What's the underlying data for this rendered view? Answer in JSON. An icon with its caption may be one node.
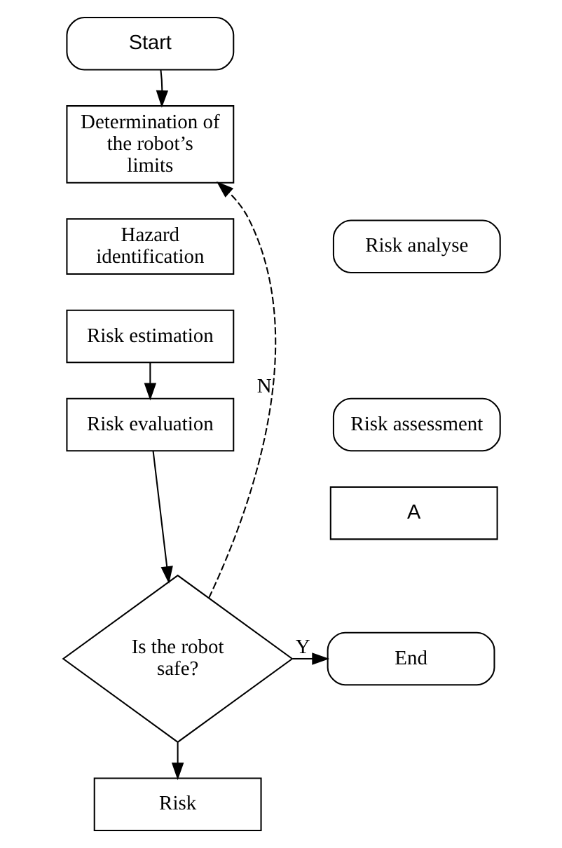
{
  "diagram": {
    "nodes": [
      {
        "text": [
          "Start"
        ]
      },
      {
        "text": [
          "Determination of the robot’s limits"
        ]
      },
      {
        "text": [
          "Hazard identification"
        ]
      },
      {
        "text": [
          "Risk estimation"
        ]
      },
      {
        "text": [
          "Risk evaluation"
        ]
      },
      {
        "text": [
          "Is the robot safe?"
        ]
      },
      {
        "text": [
          "Risk"
        ]
      },
      {
        "text": [
          "Risk analyse"
        ]
      },
      {
        "text": [
          "Risk assessment"
        ]
      },
      {
        "text": [
          "A"
        ]
      },
      {
        "text": [
          "End"
        ]
      }
    ],
    "edges": [
      {
        "from": 0,
        "to": 1,
        "arrow": "to"
      },
      {
        "from": 3,
        "to": 4,
        "arrow": "to"
      },
      {
        "from": 4,
        "to": 5,
        "arrow": "to"
      },
      {
        "from": 5,
        "to": 10,
        "arrow": "to",
        "label": "Y"
      },
      {
        "from": 5,
        "to": 6,
        "arrow": "to"
      },
      {
        "from": 5,
        "to": 1,
        "arrow": "to",
        "label": "N",
        "style": "dashed"
      }
    ]
  }
}
